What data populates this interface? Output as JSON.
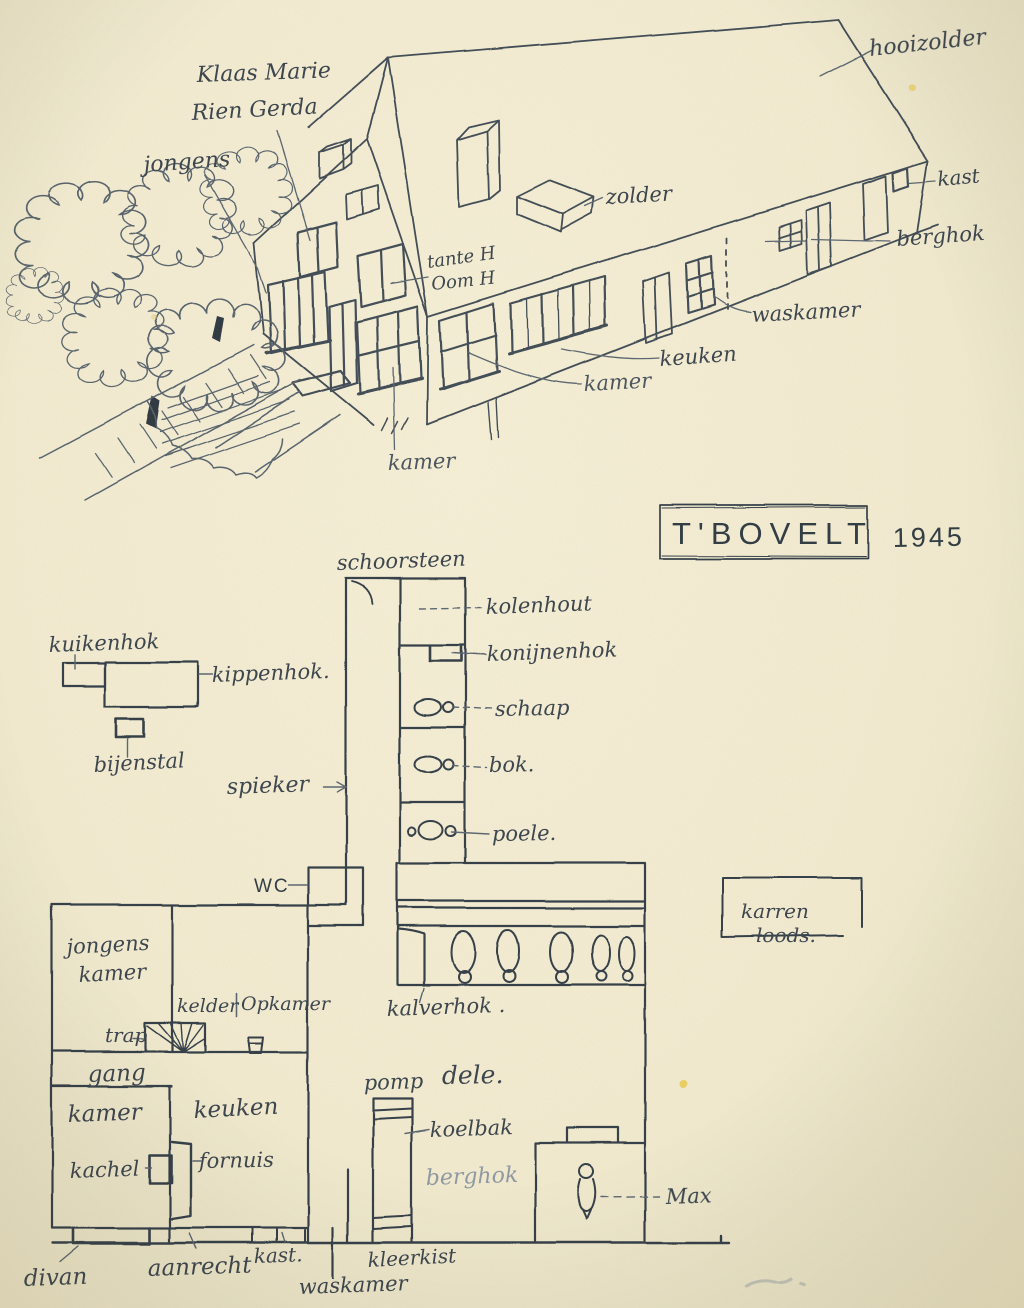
{
  "title_block": {
    "name": "T'BOVELT",
    "year": "1945"
  },
  "house_sketch": {
    "labels": {
      "names_line1": "Klaas Marie",
      "names_line2": "Rien Gerda",
      "jongens": "jongens",
      "hooizolder": "hooizolder",
      "zolder": "zolder",
      "kast": "kast",
      "berghok": "berghok",
      "waskamer": "waskamer",
      "keuken": "keuken",
      "kamer_side": "kamer",
      "kamer_front": "kamer",
      "tante": "tante H",
      "oom": "Oom H"
    }
  },
  "floor_plan": {
    "outbuildings": {
      "schoorsteen": "schoorsteen",
      "kolenhout": "kolenhout",
      "konijnenhok": "konijnenhok",
      "schaap": "schaap",
      "bok": "bok.",
      "poele": "poele.",
      "kuikenhok": "kuikenhok",
      "kippenhok": "kippenhok.",
      "bijenstal": "bijenstal",
      "spieker": "spieker",
      "karren_line1": "karren",
      "karren_line2": "loods.",
      "kalverhok": "kalverhok ."
    },
    "house": {
      "wc": "WC",
      "jongens_line1": "jongens",
      "jongens_line2": "kamer",
      "kelder": "kelder",
      "opkamer": "Opkamer",
      "trap": "trap",
      "gang": "gang",
      "kamer": "kamer",
      "kachel": "kachel",
      "keuken": "keuken",
      "fornuis": "fornuis"
    },
    "barn": {
      "pomp": "pomp",
      "dele": "dele.",
      "koelbak": "koelbak",
      "berghok": "berghok",
      "max": "Max"
    },
    "bottom": {
      "divan": "divan",
      "aanrecht": "aanrecht",
      "kast": "kast.",
      "waskamer": "waskamer",
      "kleerkist": "kleerkist"
    }
  }
}
